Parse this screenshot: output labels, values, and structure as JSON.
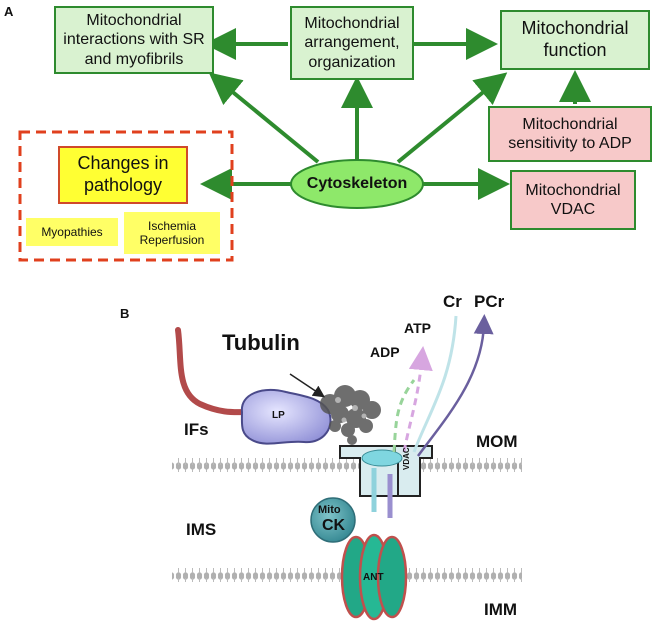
{
  "panelA": {
    "label": "A",
    "interactions": "Mitochondrial interactions with SR and myofibrils",
    "arrangement": "Mitochondrial arrangement, organization",
    "function": "Mitochondrial function",
    "sensitivity": "Mitochondrial sensitivity to ADP",
    "vdac_box": "Mitochondrial VDAC",
    "cytoskeleton": "Cytoskeleton",
    "pathology": "Changes in pathology",
    "myopathies": "Myopathies",
    "ischemia": "Ischemia Reperfusion"
  },
  "panelB": {
    "label": "B",
    "tubulin": "Tubulin",
    "ifs": "IFs",
    "lp": "LP",
    "vdac": "VDAC",
    "mom": "MOM",
    "ims": "IMS",
    "imm": "IMM",
    "mito": "Mito",
    "ck": "CK",
    "ant": "ANT",
    "adp": "ADP",
    "atp": "ATP",
    "cr": "Cr",
    "pcr": "PCr"
  },
  "colors": {
    "arrow_green": "#2e8b2e",
    "box_green": "#d9f2d0",
    "box_pink": "#f7c9c9",
    "pathology_yellow": "#ffff33",
    "dashed_border": "#e0401e",
    "cytoskeleton_fill": "#8ee86a"
  }
}
